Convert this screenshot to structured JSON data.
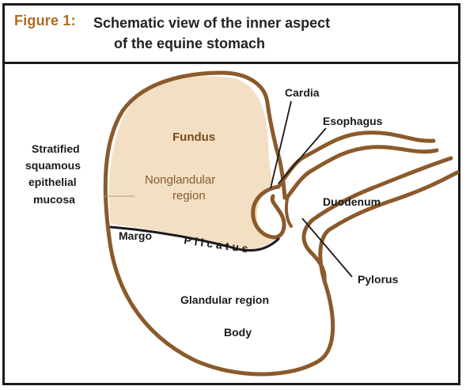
{
  "figure": {
    "number_label": "Figure 1:",
    "title_line1": "Schematic view of the inner aspect",
    "title_line2": "of the equine stomach"
  },
  "labels": {
    "cardia": "Cardia",
    "esophagus": "Esophagus",
    "fundus": "Fundus",
    "nonglandular_line1": "Nonglandular",
    "nonglandular_line2": "region",
    "stratified_line1": "Stratified",
    "stratified_line2": "squamous",
    "stratified_line3": "epithelial",
    "stratified_line4": "mucosa",
    "duodenum": "Duodenum",
    "margo": "Margo",
    "plicatus": "Plicatus",
    "pylorus": "Pylorus",
    "glandular": "Glandular region",
    "body": "Body"
  },
  "colors": {
    "accent": "#b06a1c",
    "wall": "#8b5a2b",
    "nonglandular_fill": "#f3dfc4"
  }
}
